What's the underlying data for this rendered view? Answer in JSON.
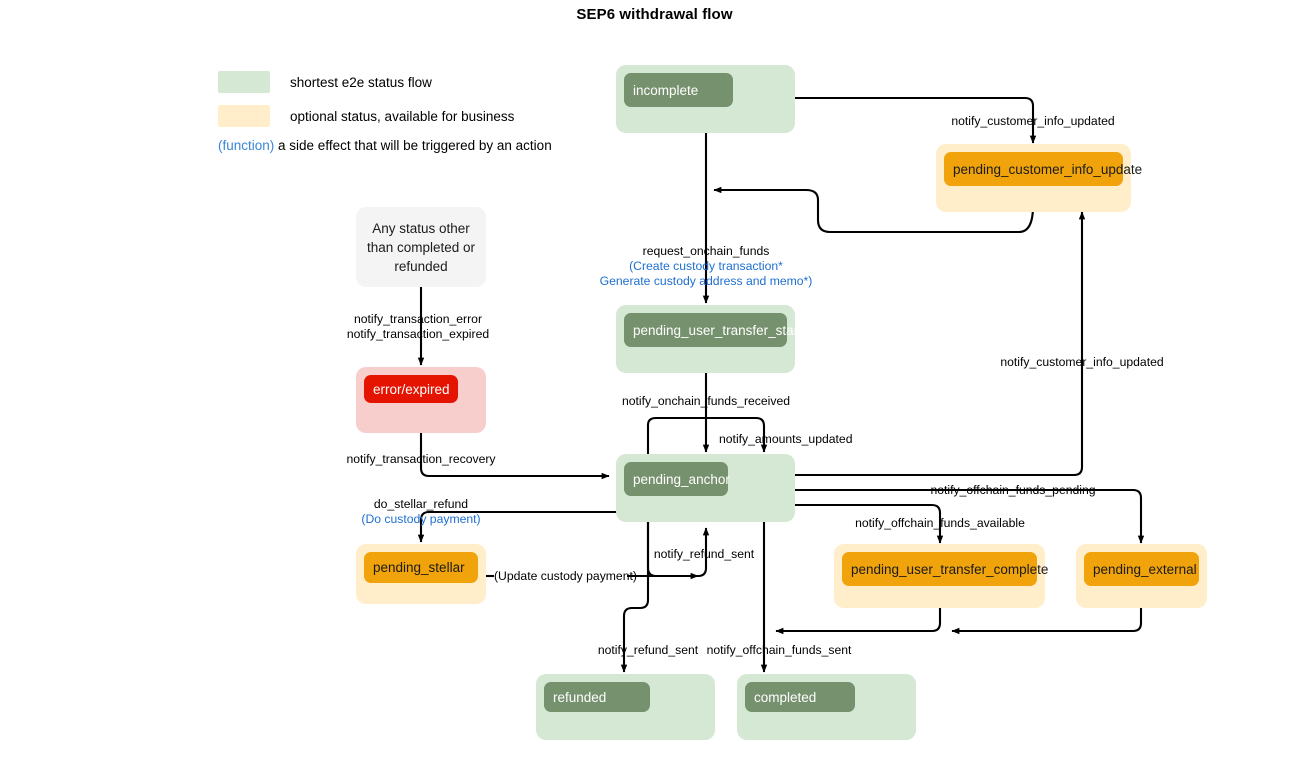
{
  "title": "SEP6 withdrawal flow",
  "colors": {
    "green_outer": "#d5e8d4",
    "green_inner": "#76916d",
    "orange_outer": "#ffeec9",
    "orange_inner": "#f0a30a",
    "red_outer": "#f8cecc",
    "red_inner": "#e51400",
    "plain": "#f4f4f4",
    "function_text": "#1f6fd0",
    "edge": "#000000"
  },
  "legend": {
    "items": [
      {
        "swatch": "#d5e8d4",
        "text": "shortest e2e status flow"
      },
      {
        "swatch": "#ffeec9",
        "text": "optional status, available for business"
      }
    ],
    "note_fn": "(function)",
    "note_text": " a side effect that will be triggered by an action"
  },
  "nodes": {
    "incomplete": "incomplete",
    "pending_customer_info_update": "pending_customer_info_update",
    "pending_user_transfer_start": "pending_user_transfer_start",
    "pending_anchor": "pending_anchor",
    "any_status": "Any status other than completed or refunded",
    "error_expired": "error/expired",
    "pending_stellar": "pending_stellar",
    "pending_user_transfer_complete": "pending_user_transfer_complete",
    "pending_external": "pending_external",
    "refunded": "refunded",
    "completed": "completed"
  },
  "edges": {
    "notify_customer_info_updated_top": "notify_customer_info_updated",
    "request_onchain_funds": "request_onchain_funds",
    "request_onchain_funds_fn1": "(Create custody transaction*",
    "request_onchain_funds_fn2": "Generate custody address and memo*)",
    "notify_onchain_funds_received": "notify_onchain_funds_received",
    "notify_amounts_updated": "notify_amounts_updated",
    "notify_customer_info_updated_right": "notify_customer_info_updated",
    "notify_transaction_error": "notify_transaction_error",
    "notify_transaction_expired": "notify_transaction_expired",
    "notify_transaction_recovery": "notify_transaction_recovery",
    "do_stellar_refund": "do_stellar_refund",
    "do_stellar_refund_fn": "(Do custody payment)",
    "update_custody_payment_fn": "(Update custody payment)",
    "notify_refund_sent_mid": "notify_refund_sent",
    "notify_offchain_funds_pending": "notify_offchain_funds_pending",
    "notify_offchain_funds_available": "notify_offchain_funds_available",
    "notify_refund_sent_bottom": "notify_refund_sent",
    "notify_offchain_funds_sent": "notify_offchain_funds_sent"
  }
}
